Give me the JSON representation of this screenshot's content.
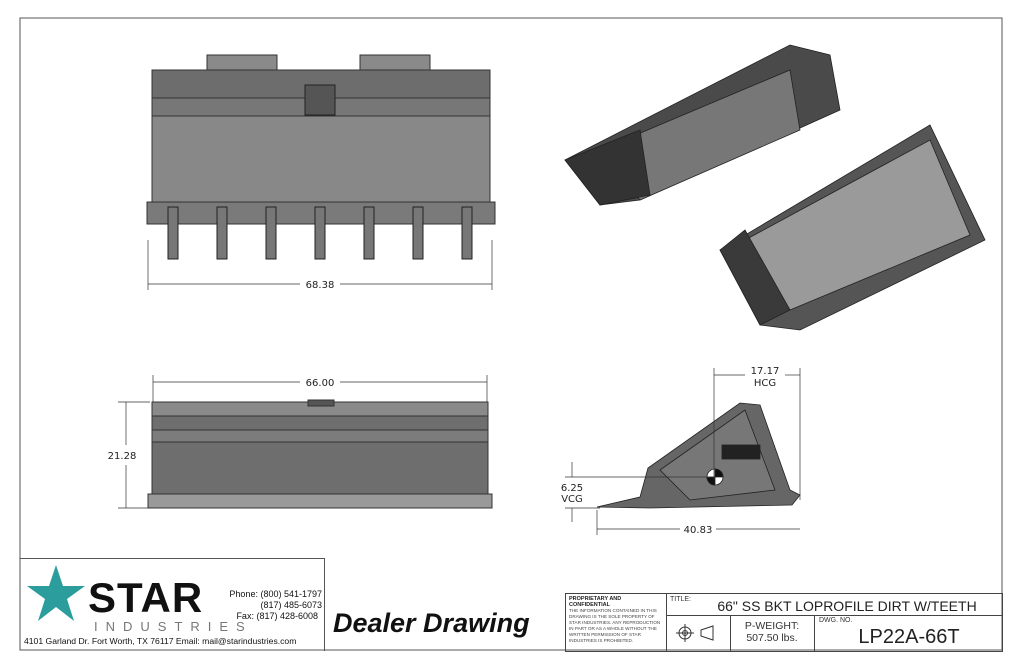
{
  "dimensions": {
    "front_width": "68.38",
    "bottom_width": "66.00",
    "bottom_depth": "21.28",
    "hcg": "17.17",
    "hcg_label": "HCG",
    "vcg": "6.25",
    "vcg_label": "VCG",
    "side_length": "40.83"
  },
  "logo": {
    "name": "STAR",
    "subtitle": "INDUSTRIES",
    "phone": "Phone: (800) 541-1797",
    "phone2": "(817) 485-6073",
    "fax": "Fax: (817) 428-6008",
    "address": "4101 Garland Dr. Fort Worth, TX 76117  Email: mail@starindustries.com",
    "star_color": "#2a9d9c"
  },
  "dealer_label": "Dealer Drawing",
  "title_block": {
    "proprietary_heading": "PROPRIETARY AND CONFIDENTIAL",
    "proprietary_text": "The information contained in this drawing is the sole property of Star Industries. Any reproduction in part or as a whole without the written permission of Star Industries is prohibited.",
    "title_label": "TITLE:",
    "title": "66\" SS BKT LOPROFILE DIRT W/TEETH",
    "weight_label": "P-WEIGHT:",
    "weight": "507.50 lbs.",
    "dwg_label": "DWG. NO.",
    "dwg_no": "LP22A-66T"
  }
}
